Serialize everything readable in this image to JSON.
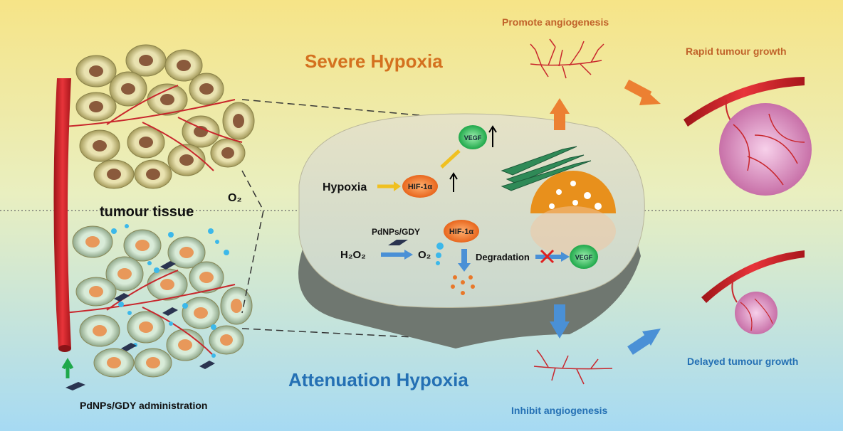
{
  "top": {
    "title": "Severe  Hypoxia",
    "promote": "Promote angiogenesis",
    "rapid": "Rapid tumour growth"
  },
  "left": {
    "tissue": "tumour tissue",
    "o2": "O₂",
    "administration": "PdNPs/GDY administration"
  },
  "center": {
    "hypoxia": "Hypoxia",
    "hif_top": "HIF-1α",
    "vegf_top": "VEGF",
    "pdnps": "PdNPs/GDY",
    "h2o2": "H₂O₂",
    "o2": "O₂",
    "hif_bottom": "HIF-1α",
    "degradation": "Degradation",
    "vegf_bottom": "VEGF"
  },
  "bottom": {
    "title": "Attenuation  Hypoxia",
    "inhibit": "Inhibit angiogenesis",
    "delayed": "Delayed tumour growth"
  },
  "colors": {
    "orange": "#d4711f",
    "blue": "#2470b4",
    "vessel": "#d8262c",
    "tumour": "#e79bc6"
  }
}
